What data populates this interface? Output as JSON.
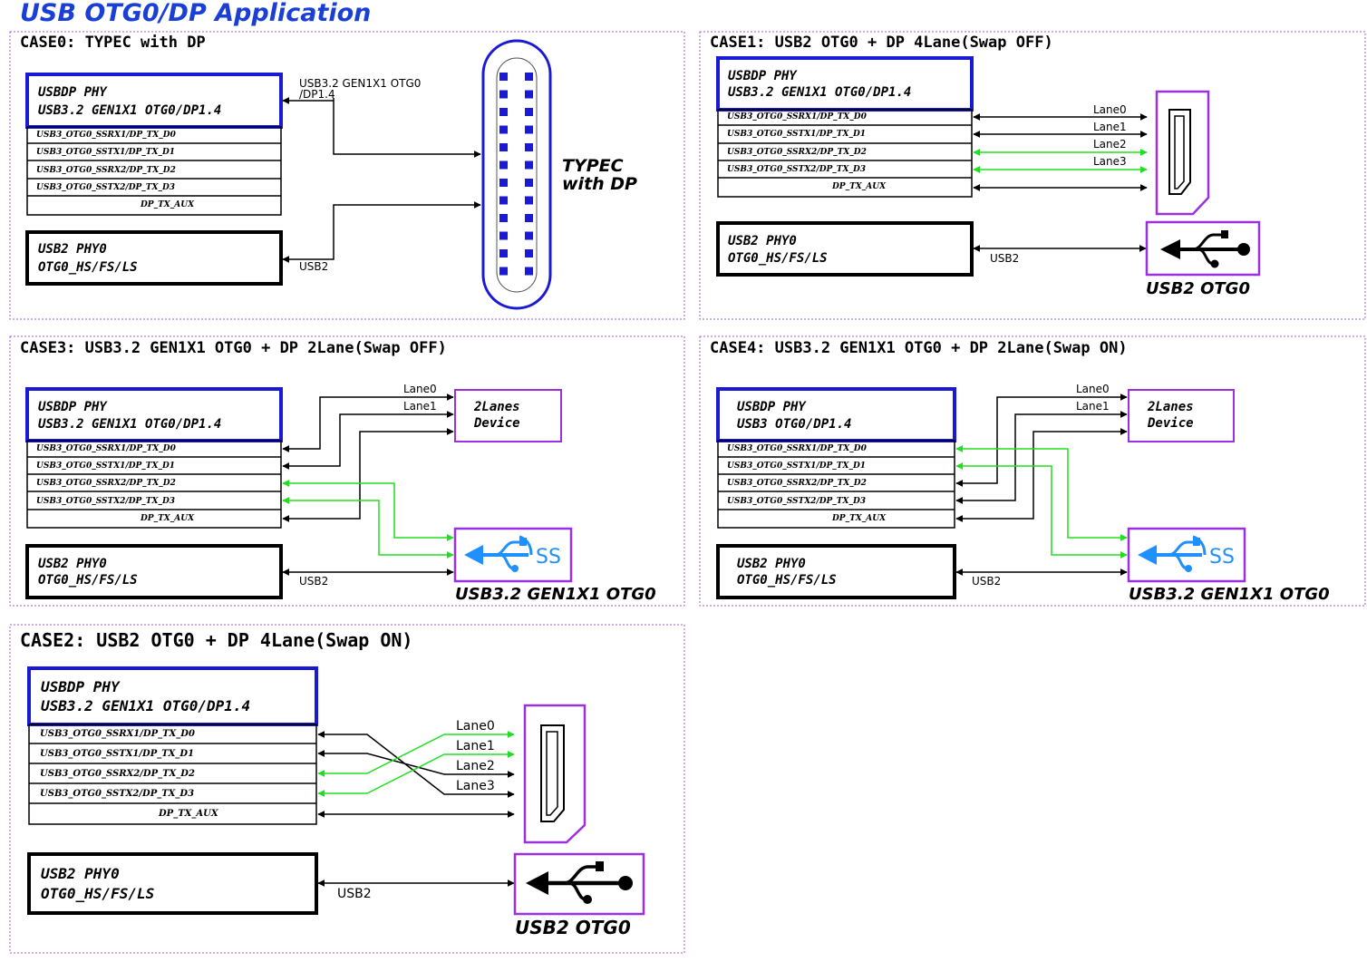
{
  "title": "USB OTG0/DP Application",
  "colors": {
    "title": "#1a3fd6",
    "panel_border": "#a35bd6",
    "phy_blue": "#1a1ad6",
    "purple": "#9b30e0",
    "green": "#22dd22",
    "black": "#000000",
    "usb_ss": "#1e90ff"
  },
  "usbdp_phy_label": "USBDP PHY",
  "usb2_phy_line1": "USB2 PHY0",
  "usb2_phy_line2": "OTG0_HS/FS/LS",
  "usb2_label": "USB2",
  "signals": [
    "USB3_OTG0_SSRX1/DP_TX_D0",
    "USB3_OTG0_SSTX1/DP_TX_D1",
    "USB3_OTG0_SSRX2/DP_TX_D2",
    "USB3_OTG0_SSTX2/DP_TX_D3",
    "DP_TX_AUX"
  ],
  "lanes": [
    "Lane0",
    "Lane1",
    "Lane2",
    "Lane3"
  ],
  "two_lanes_line1": "2Lanes",
  "two_lanes_line2": "Device",
  "ss_icon_text": "SS",
  "usb2_otg0_caption": "USB2 OTG0",
  "usb3_caption": "USB3.2 GEN1X1 OTG0",
  "cases": [
    {
      "id": "case0",
      "title": "CASE0: TYPEC with DP",
      "phy_line2": "USB3.2 GEN1X1 OTG0/DP1.4",
      "connector_line1": "TYPEC",
      "connector_line2": "with DP",
      "usb3_line1": "USB3.2 GEN1X1 OTG0",
      "usb3_line2": "/DP1.4"
    },
    {
      "id": "case1",
      "title": "CASE1: USB2 OTG0 + DP 4Lane(Swap OFF)",
      "phy_line2": "USB3.2 GEN1X1 OTG0/DP1.4"
    },
    {
      "id": "case3",
      "title": "CASE3: USB3.2 GEN1X1 OTG0 + DP 2Lane(Swap OFF)",
      "phy_line2": "USB3.2 GEN1X1 OTG0/DP1.4"
    },
    {
      "id": "case4",
      "title": "CASE4: USB3.2 GEN1X1 OTG0 + DP 2Lane(Swap ON)",
      "phy_line2": "USB3 OTG0/DP1.4"
    },
    {
      "id": "case2",
      "title": "CASE2: USB2 OTG0 + DP 4Lane(Swap ON)",
      "phy_line2": "USB3.2 GEN1X1 OTG0/DP1.4"
    }
  ]
}
